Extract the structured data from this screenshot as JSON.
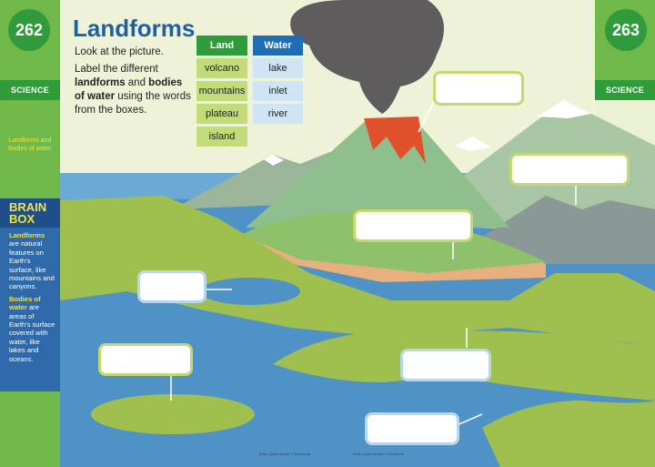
{
  "pages": {
    "left": "262",
    "right": "263"
  },
  "subject": "SCIENCE",
  "topic": "Landforms and bodies of water",
  "title": "Landforms",
  "instructions": {
    "line1": "Look at the picture.",
    "line2_pre": "Label the different ",
    "line2_bold1": "landforms",
    "line2_mid": " and ",
    "line2_bold2": "bodies of water",
    "line2_post": " using the words from the boxes."
  },
  "wordbank": {
    "land_header": "Land",
    "water_header": "Water",
    "land": [
      "volcano",
      "mountains",
      "plateau",
      "island"
    ],
    "water": [
      "lake",
      "inlet",
      "river"
    ]
  },
  "brain_box": {
    "title": "BRAIN BOX",
    "p1_bold": "Landforms",
    "p1_text": " are natural features on Earth's surface, like mountains and canyons.",
    "p2_bold": "Bodies of water",
    "p2_text": " are areas of Earth's surface covered with water, like lakes and oceans."
  },
  "footer": {
    "left": "Brain Quest Grade 2 Workbook",
    "right": "Brain Quest Grade 2 Workbook"
  },
  "colors": {
    "sidebar": "#6fb84a",
    "dark_green": "#2f9b3b",
    "title_blue": "#1f5fa3",
    "brainbox_blue": "#1f4f8a",
    "land_green": "#9fc04f",
    "water_blue": "#5aa0cf"
  }
}
